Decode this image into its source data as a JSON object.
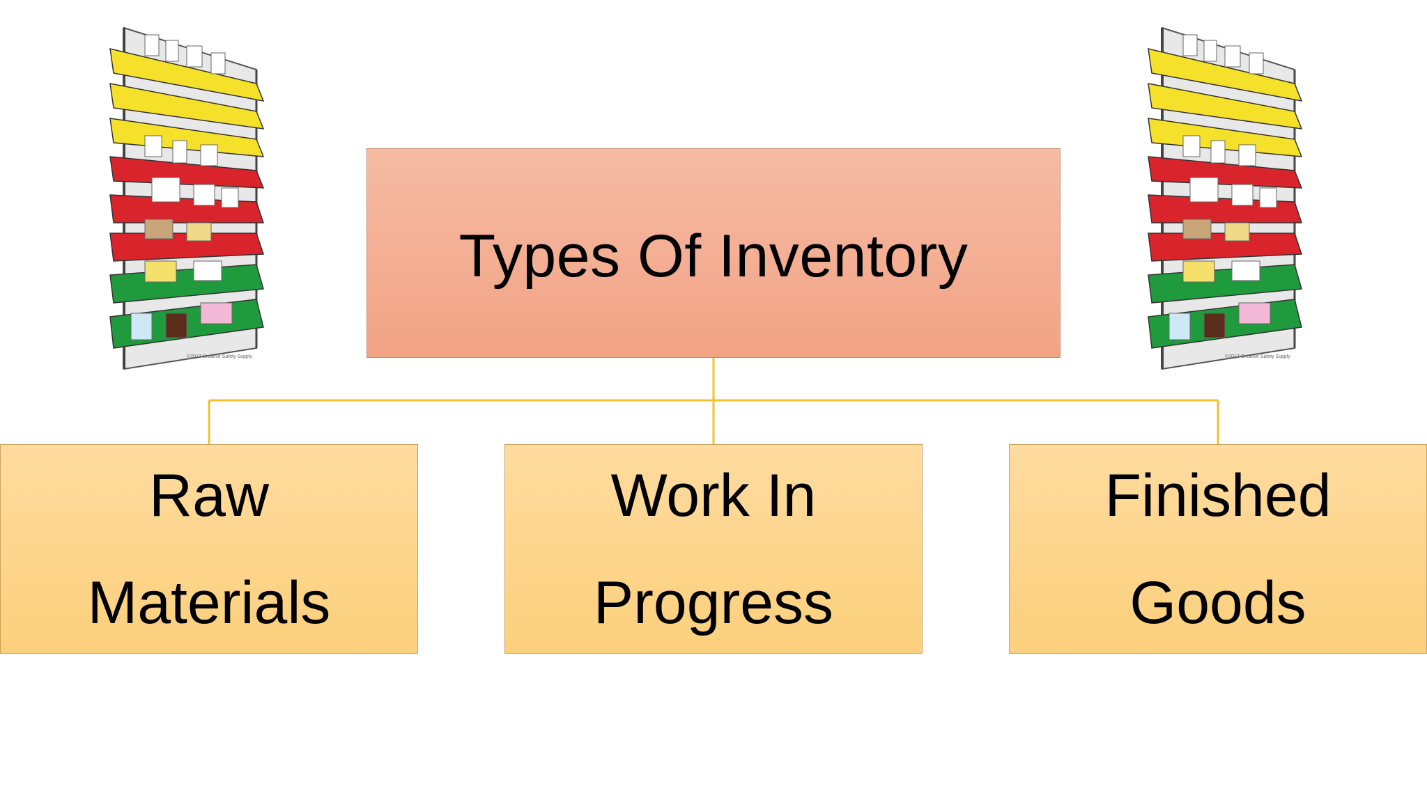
{
  "diagram": {
    "root": {
      "label": "Types Of Inventory"
    },
    "children": [
      {
        "line1": "Raw",
        "line2": "Materials"
      },
      {
        "line1": "Work In",
        "line2": "Progress"
      },
      {
        "line1": "Finished",
        "line2": "Goods"
      }
    ]
  },
  "colors": {
    "root_fill": "#f4ad93",
    "child_fill": "#fdd48b",
    "connector": "#f2c12e",
    "text": "#000000"
  },
  "illustrations": [
    {
      "name": "inventory-shelf-rack",
      "caption": "©2017 Creative Safety Supply"
    },
    {
      "name": "inventory-shelf-rack",
      "caption": "©2017 Creative Safety Supply"
    }
  ]
}
